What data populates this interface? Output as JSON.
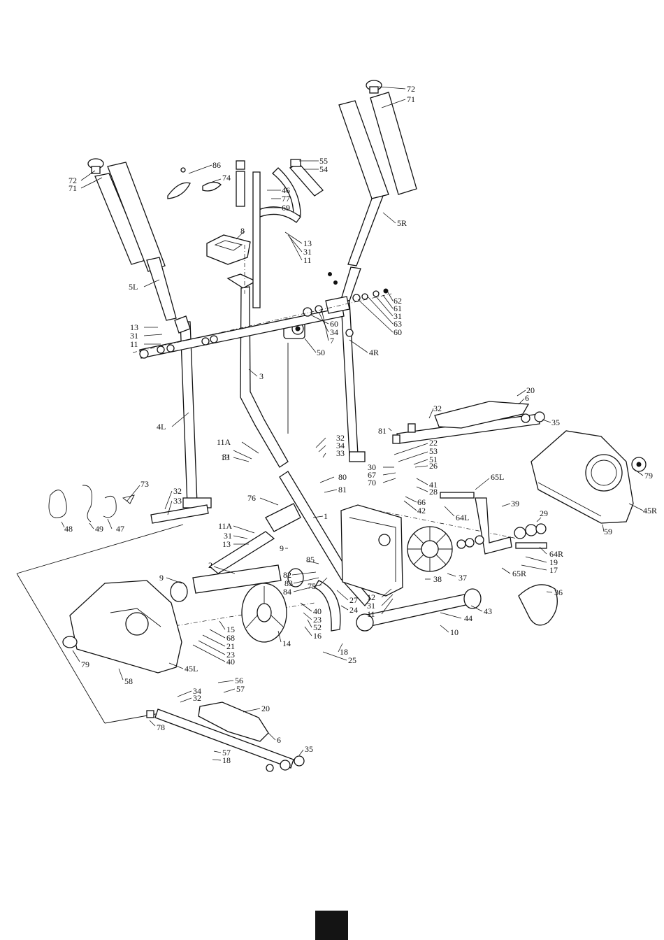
{
  "callouts": [
    {
      "id": "c72a",
      "text": "72"
    },
    {
      "id": "c71a",
      "text": "71"
    },
    {
      "id": "c72b",
      "text": "72"
    },
    {
      "id": "c71b",
      "text": "71"
    },
    {
      "id": "c86",
      "text": "86"
    },
    {
      "id": "c74",
      "text": "74"
    },
    {
      "id": "c55",
      "text": "55"
    },
    {
      "id": "c54",
      "text": "54"
    },
    {
      "id": "c46",
      "text": "46"
    },
    {
      "id": "c77",
      "text": "77"
    },
    {
      "id": "c69",
      "text": "69"
    },
    {
      "id": "c8",
      "text": "8"
    },
    {
      "id": "c13a",
      "text": "13"
    },
    {
      "id": "c31a",
      "text": "31"
    },
    {
      "id": "c11a",
      "text": "11"
    },
    {
      "id": "c5R",
      "text": "5R"
    },
    {
      "id": "c5L",
      "text": "5L"
    },
    {
      "id": "c62",
      "text": "62"
    },
    {
      "id": "c61",
      "text": "61"
    },
    {
      "id": "c31b",
      "text": "31"
    },
    {
      "id": "c63",
      "text": "63"
    },
    {
      "id": "c60a",
      "text": "60"
    },
    {
      "id": "c60b",
      "text": "60"
    },
    {
      "id": "c34a",
      "text": "34"
    },
    {
      "id": "c7",
      "text": "7"
    },
    {
      "id": "c13b",
      "text": "13"
    },
    {
      "id": "c31c",
      "text": "31"
    },
    {
      "id": "c11b",
      "text": "11"
    },
    {
      "id": "c50",
      "text": "50"
    },
    {
      "id": "c4R",
      "text": "4R"
    },
    {
      "id": "c3",
      "text": "3"
    },
    {
      "id": "c20a",
      "text": "20"
    },
    {
      "id": "c6a",
      "text": "6"
    },
    {
      "id": "c32a",
      "text": "32"
    },
    {
      "id": "c35a",
      "text": "35"
    },
    {
      "id": "c4L",
      "text": "4L"
    },
    {
      "id": "c81a",
      "text": "81"
    },
    {
      "id": "c22",
      "text": "22"
    },
    {
      "id": "c53",
      "text": "53"
    },
    {
      "id": "c51",
      "text": "51"
    },
    {
      "id": "c30",
      "text": "30"
    },
    {
      "id": "c26",
      "text": "26"
    },
    {
      "id": "c67",
      "text": "67"
    },
    {
      "id": "c70",
      "text": "70"
    },
    {
      "id": "c41",
      "text": "41"
    },
    {
      "id": "c28",
      "text": "28"
    },
    {
      "id": "c66",
      "text": "66"
    },
    {
      "id": "c42",
      "text": "42"
    },
    {
      "id": "c11A",
      "text": "11A"
    },
    {
      "id": "c31d",
      "text": "31"
    },
    {
      "id": "c13c",
      "text": "13"
    },
    {
      "id": "c32b",
      "text": "32"
    },
    {
      "id": "c34b",
      "text": "34"
    },
    {
      "id": "c33a",
      "text": "33"
    },
    {
      "id": "c80",
      "text": "80"
    },
    {
      "id": "c81b",
      "text": "81"
    },
    {
      "id": "c65L",
      "text": "65L"
    },
    {
      "id": "c64L",
      "text": "64L"
    },
    {
      "id": "c39",
      "text": "39"
    },
    {
      "id": "c79a",
      "text": "79"
    },
    {
      "id": "c45R",
      "text": "45R"
    },
    {
      "id": "c59",
      "text": "59"
    },
    {
      "id": "c29",
      "text": "29"
    },
    {
      "id": "c73",
      "text": "73"
    },
    {
      "id": "c48",
      "text": "48"
    },
    {
      "id": "c49",
      "text": "49"
    },
    {
      "id": "c47",
      "text": "47"
    },
    {
      "id": "c32c",
      "text": "32"
    },
    {
      "id": "c33b",
      "text": "33"
    },
    {
      "id": "c76",
      "text": "76"
    },
    {
      "id": "c1",
      "text": "1"
    },
    {
      "id": "c11Ab",
      "text": "11A"
    },
    {
      "id": "c31e",
      "text": "31"
    },
    {
      "id": "c13d",
      "text": "13"
    },
    {
      "id": "c9a",
      "text": "9"
    },
    {
      "id": "c2",
      "text": "2"
    },
    {
      "id": "c9b",
      "text": "9"
    },
    {
      "id": "c85",
      "text": "85"
    },
    {
      "id": "c82",
      "text": "82"
    },
    {
      "id": "c83",
      "text": "83"
    },
    {
      "id": "c84",
      "text": "84"
    },
    {
      "id": "c75",
      "text": "75"
    },
    {
      "id": "c38",
      "text": "38"
    },
    {
      "id": "c37",
      "text": "37"
    },
    {
      "id": "c64R",
      "text": "64R"
    },
    {
      "id": "c19",
      "text": "19"
    },
    {
      "id": "c17",
      "text": "17"
    },
    {
      "id": "c65R",
      "text": "65R"
    },
    {
      "id": "c36",
      "text": "36"
    },
    {
      "id": "c12",
      "text": "12"
    },
    {
      "id": "c31f",
      "text": "31"
    },
    {
      "id": "c11c",
      "text": "11"
    },
    {
      "id": "c27",
      "text": "27"
    },
    {
      "id": "c24",
      "text": "24"
    },
    {
      "id": "c43",
      "text": "43"
    },
    {
      "id": "c44",
      "text": "44"
    },
    {
      "id": "c10",
      "text": "10"
    },
    {
      "id": "c40a",
      "text": "40"
    },
    {
      "id": "c23a",
      "text": "23"
    },
    {
      "id": "c52",
      "text": "52"
    },
    {
      "id": "c16",
      "text": "16"
    },
    {
      "id": "c18a",
      "text": "18"
    },
    {
      "id": "c25",
      "text": "25"
    },
    {
      "id": "c15",
      "text": "15"
    },
    {
      "id": "c68",
      "text": "68"
    },
    {
      "id": "c21a",
      "text": "21"
    },
    {
      "id": "c23b",
      "text": "23"
    },
    {
      "id": "c40b",
      "text": "40"
    },
    {
      "id": "c14",
      "text": "14"
    },
    {
      "id": "c79b",
      "text": "79"
    },
    {
      "id": "c45L",
      "text": "45L"
    },
    {
      "id": "c58",
      "text": "58"
    },
    {
      "id": "c56",
      "text": "56"
    },
    {
      "id": "c57a",
      "text": "57"
    },
    {
      "id": "c34c",
      "text": "34"
    },
    {
      "id": "c32d",
      "text": "32"
    },
    {
      "id": "c20b",
      "text": "20"
    },
    {
      "id": "c78",
      "text": "78"
    },
    {
      "id": "c6b",
      "text": "6"
    },
    {
      "id": "c57b",
      "text": "57"
    },
    {
      "id": "c18b",
      "text": "18"
    },
    {
      "id": "c35b",
      "text": "35"
    }
  ]
}
